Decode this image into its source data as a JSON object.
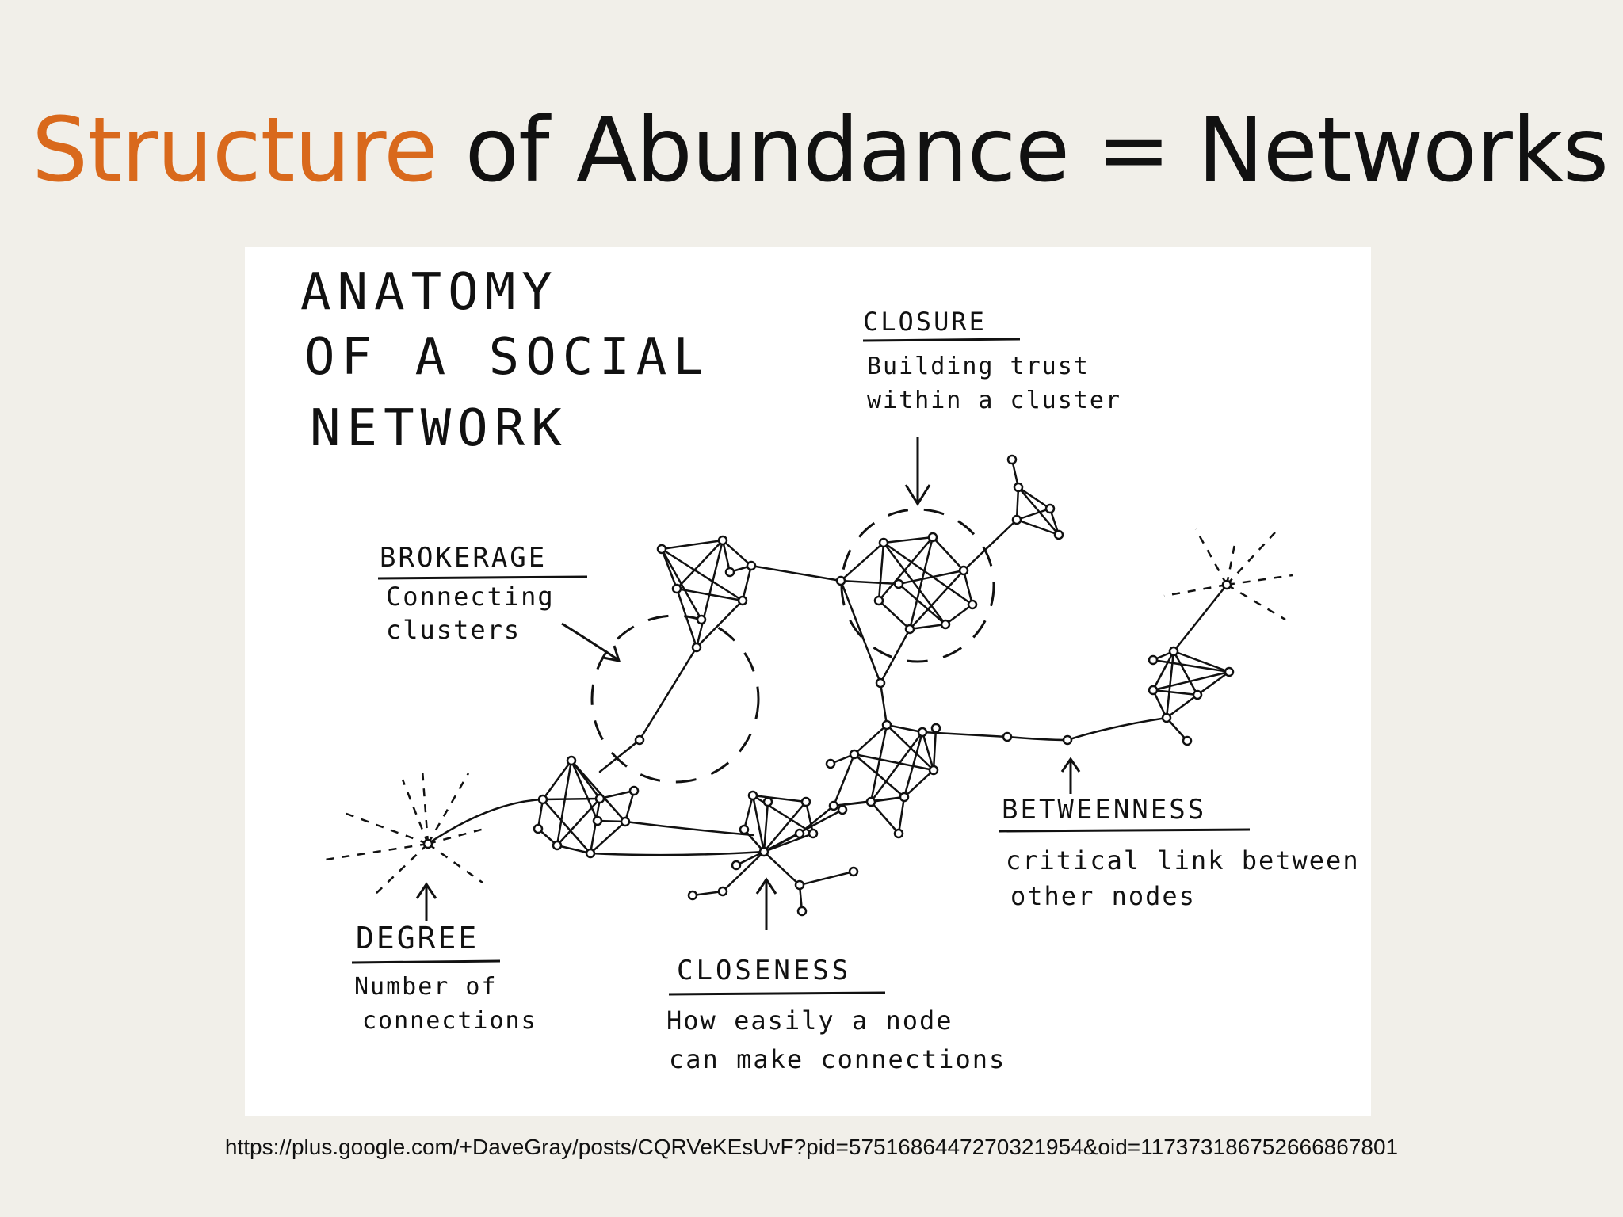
{
  "slide": {
    "title_accent": "Structure",
    "title_rest": " of Abundance = Networks",
    "accent_color": "#d9691c",
    "source_url": "https://plus.google.com/+DaveGray/posts/CQRVeKEsUvF?pid=5751686447270321954&oid=117373186752666867801"
  },
  "diagram": {
    "heading": [
      "ANATOMY",
      "OF A SOCIAL",
      "NETWORK"
    ],
    "concepts": [
      {
        "term": "CLOSURE",
        "description": [
          "Building trust",
          "within a cluster"
        ]
      },
      {
        "term": "BROKERAGE",
        "description": [
          "Connecting",
          "clusters"
        ]
      },
      {
        "term": "BETWEENNESS",
        "description": [
          "critical link between",
          "other nodes"
        ]
      },
      {
        "term": "DEGREE",
        "description": [
          "Number of",
          "connections"
        ]
      },
      {
        "term": "CLOSENESS",
        "description": [
          "How easily a node",
          "can make connections"
        ]
      }
    ]
  }
}
